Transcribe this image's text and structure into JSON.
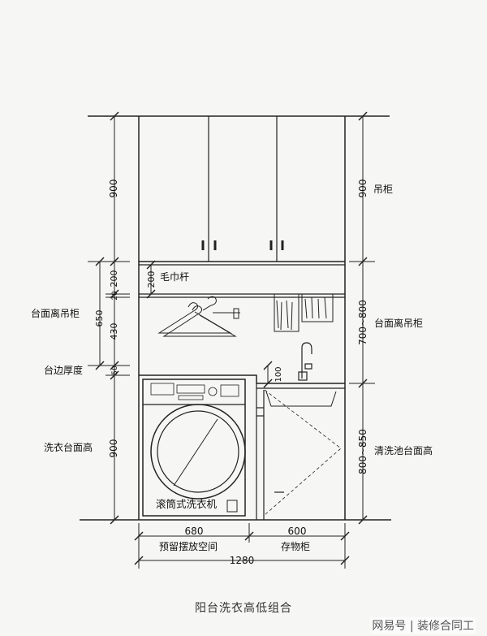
{
  "caption": "阳台洗衣高低组合",
  "watermark": "网易号 | 装修合同工",
  "left_dims": {
    "d900_top": "900",
    "d200": "200",
    "d20": "20",
    "d650": "650",
    "d430": "430",
    "d50": "50",
    "d900_bottom": "900"
  },
  "right_dims": {
    "d900_top": "900",
    "d700_800": "700~800",
    "d800_850": "800~850"
  },
  "inner_dims": {
    "towel_rod_gap": "200",
    "faucet_height": "100"
  },
  "bottom_dims": {
    "left_width": "680",
    "right_width": "600",
    "total_width": "1280"
  },
  "labels": {
    "wall_cabinet_right": "吊柜",
    "counter_wall_cabinet_left": "台面离吊柜",
    "counter_wall_cabinet_right": "台面离吊柜",
    "counter_thickness": "台边厚度",
    "laundry_counter_height": "洗衣台面高",
    "sink_counter_height": "清洗池台面高",
    "towel_rod": "毛巾杆",
    "washing_machine": "滚筒式洗衣机",
    "reserved_space": "预留摆放空间",
    "storage_cabinet": "存物柜"
  }
}
